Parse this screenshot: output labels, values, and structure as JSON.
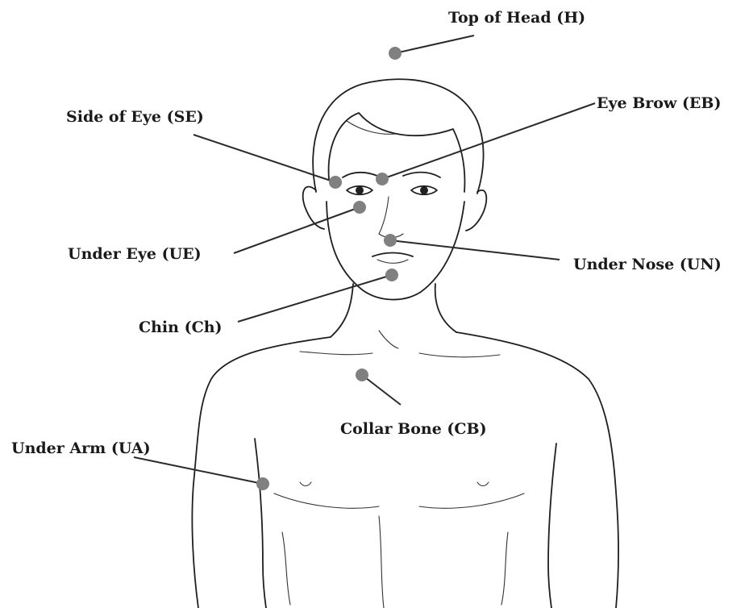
{
  "points": [
    {
      "id": "H",
      "label": "Top of Head  (H)",
      "color": "#808080"
    },
    {
      "id": "EB",
      "label": "Eye Brow (EB)",
      "color": "#808080"
    },
    {
      "id": "SE",
      "label": "Side of Eye  (SE)",
      "color": "#808080"
    },
    {
      "id": "UE",
      "label": "Under Eye  (UE)",
      "color": "#808080"
    },
    {
      "id": "UN",
      "label": "Under Nose  (UN)",
      "color": "#808080"
    },
    {
      "id": "Ch",
      "label": "Chin (Ch)",
      "color": "#808080"
    },
    {
      "id": "CB",
      "label": "Collar Bone  (CB)",
      "color": "#808080"
    },
    {
      "id": "UA",
      "label": "Under Arm (UA)",
      "color": "#808080"
    }
  ]
}
